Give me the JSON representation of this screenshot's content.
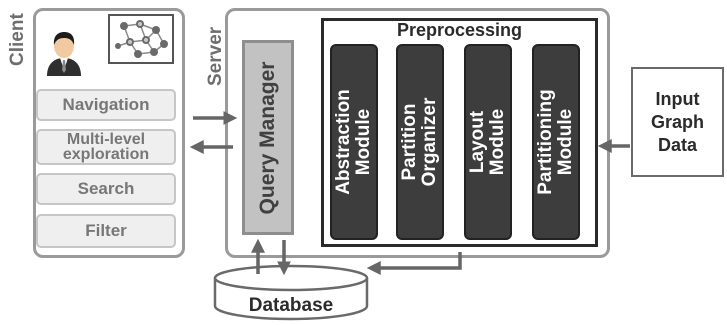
{
  "client": {
    "label": "Client",
    "buttons": [
      "Navigation",
      "Multi-level exploration",
      "Search",
      "Filter"
    ],
    "multilevel_lines": [
      "Multi-level",
      "exploration"
    ]
  },
  "server": {
    "label": "Server",
    "query_manager": "Query Manager",
    "preprocessing": {
      "title": "Preprocessing",
      "modules": [
        [
          "Abstraction",
          "Module"
        ],
        [
          "Partition",
          "Organizer"
        ],
        [
          "Layout",
          "Module"
        ],
        [
          "Partitioning",
          "Module"
        ]
      ]
    }
  },
  "input": {
    "lines": [
      "Input",
      "Graph",
      "Data"
    ]
  },
  "database": {
    "label": "Database"
  }
}
